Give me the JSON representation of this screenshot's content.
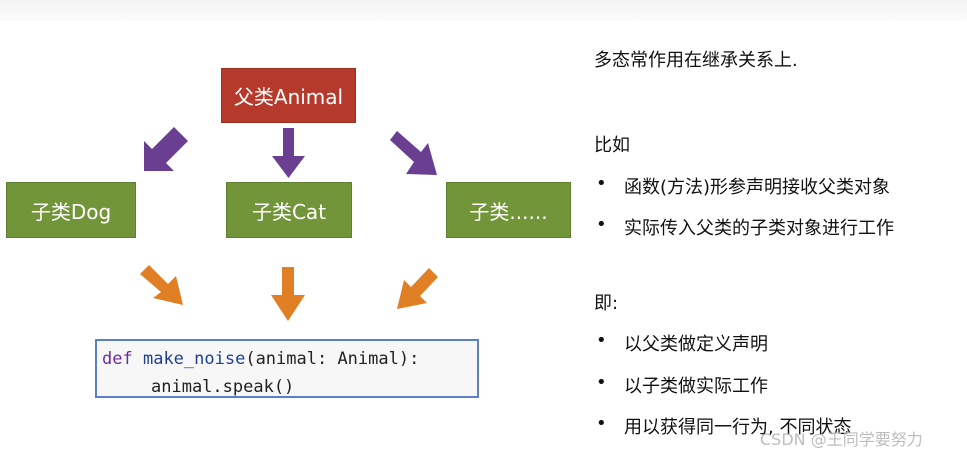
{
  "diagram": {
    "parent_label": "父类Animal",
    "children": [
      "子类Dog",
      "子类Cat",
      "子类......"
    ],
    "code": {
      "keyword": "def",
      "func": "make_noise",
      "sig_rest": "(animal: Animal):",
      "body": "animal.speak()"
    },
    "colors": {
      "parent": "#b63a2b",
      "child": "#72953a",
      "purple_arrow": "#6a3f92",
      "orange_arrow": "#e07f24",
      "code_border": "#5b80c8"
    }
  },
  "notes": {
    "intro": "多态常作用在继承关系上.",
    "example_heading": "比如",
    "example_bullets": [
      "函数(方法)形参声明接收父类对象",
      "实际传入父类的子类对象进行工作"
    ],
    "meaning_heading": "即:",
    "meaning_bullets": [
      "以父类做定义声明",
      "以子类做实际工作",
      "用以获得同一行为, 不同状态"
    ]
  },
  "watermark": "CSDN @王同学要努力"
}
